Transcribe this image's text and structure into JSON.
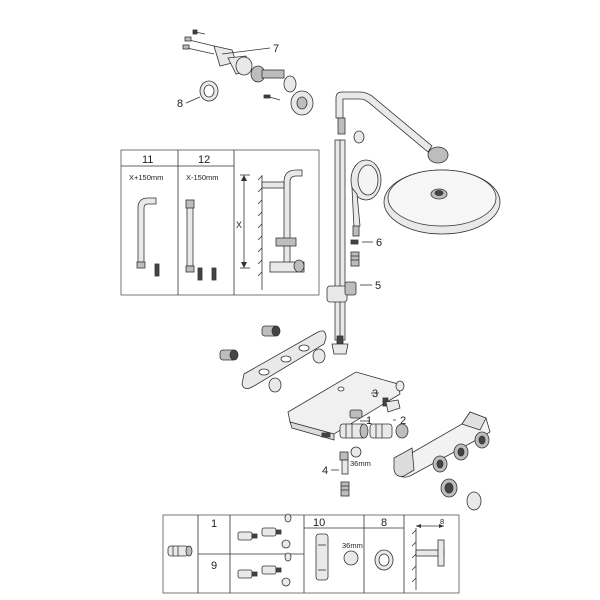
{
  "callouts": {
    "c1": "1",
    "c2": "2",
    "c3": "3",
    "c4": "4",
    "c5": "5",
    "c6": "6",
    "c7": "7",
    "c8": "8"
  },
  "dims": {
    "wrench_36": "36mm",
    "x_label": "X"
  },
  "inset_extensions": {
    "col_a_number": "11",
    "col_a_length": "X+150mm",
    "col_b_number": "12",
    "col_b_length": "X-150mm"
  },
  "spare_table": {
    "row1_number": "1",
    "row2_number": "9",
    "item_10": "10",
    "item_8": "8",
    "wrench_36": "36mm",
    "depth_mark": "8"
  }
}
